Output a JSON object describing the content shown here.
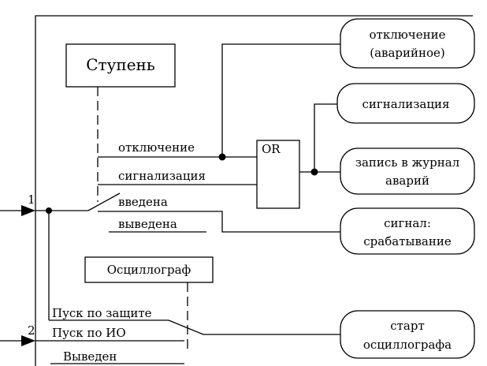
{
  "diagram": {
    "block_stage": "Ступень",
    "block_oscillograph": "Осциллограф",
    "gate_or": "OR",
    "input1_number": "1",
    "input2_number": "2",
    "stage_outputs": {
      "trip": "отключение",
      "alarm": "сигнализация",
      "enabled": "введена",
      "disabled": "выведена"
    },
    "osc_modes": {
      "start_by_protection": "Пуск по защите",
      "start_by_io": "Пуск по ИО",
      "off": "Выведен"
    },
    "output_terminals": {
      "emergency_trip_line1": "отключение",
      "emergency_trip_line2": "(аварийное)",
      "alarm": "сигнализация",
      "log_line1": "запись в журнал",
      "log_line2": "аварий",
      "signal_line1": "сигнал:",
      "signal_line2": "срабатывание",
      "osc_start_line1": "старт",
      "osc_start_line2": "осциллографа"
    }
  }
}
